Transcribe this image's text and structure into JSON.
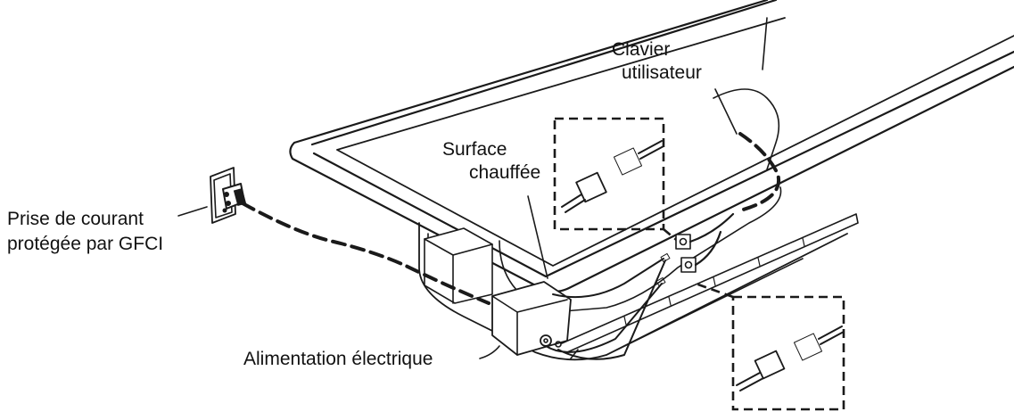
{
  "labels": {
    "keypad_line1": "Clavier",
    "keypad_line2": "utilisateur",
    "heated_line1": "Surface",
    "heated_line2": "chauffée",
    "outlet_line1": "Prise de courant",
    "outlet_line2": "protégée par GFCI",
    "power_supply": "Alimentation électrique"
  },
  "icons": {
    "outlet": "gfci-outlet-icon",
    "connector": "connector-plug-icon"
  }
}
